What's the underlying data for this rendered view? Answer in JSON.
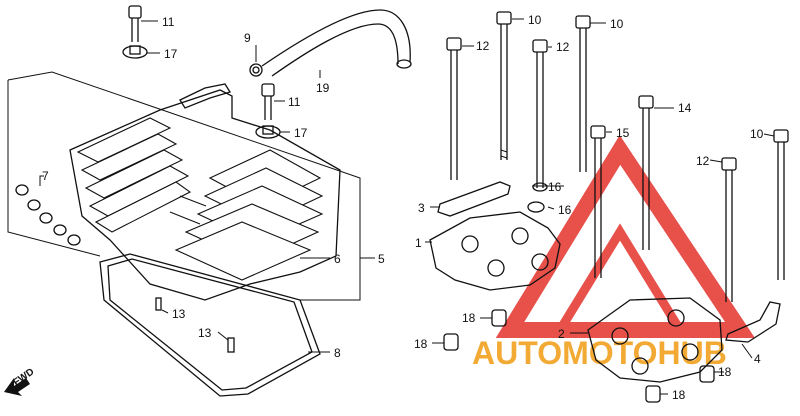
{
  "diagram": {
    "labels": {
      "l1": "1",
      "l2": "2",
      "l3": "3",
      "l4": "4",
      "l5": "5",
      "l6": "6",
      "l7": "7",
      "l8": "8",
      "l9": "9",
      "l10a": "10",
      "l10b": "10",
      "l10c": "10",
      "l11a": "11",
      "l11b": "11",
      "l12a": "12",
      "l12b": "12",
      "l12c": "12",
      "l13a": "13",
      "l13b": "13",
      "l14": "14",
      "l15": "15",
      "l16a": "16",
      "l16b": "16",
      "l17a": "17",
      "l17b": "17",
      "l18a": "18",
      "l18b": "18",
      "l18c": "18",
      "l19": "19"
    },
    "forward_arrow_label": "FWD",
    "watermark_text": "AUTOMOTOHUB",
    "watermark_color": "#e4322b",
    "watermark_text_color": "#f2a11f"
  }
}
